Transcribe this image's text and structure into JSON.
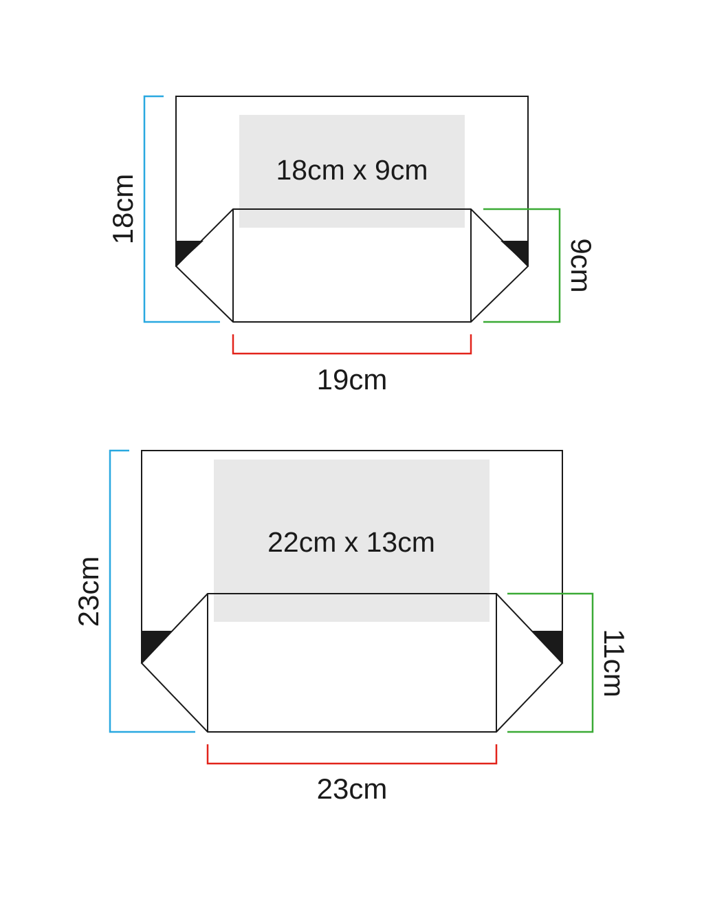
{
  "colors": {
    "outline": "#1a1a1a",
    "height_dim": "#29a8e0",
    "depth_dim": "#3aaa35",
    "width_dim": "#e2231a",
    "print_area": "#e8e8e8",
    "corner_fill": "#1a1a1a"
  },
  "small_bag": {
    "print_area_label": "18cm x 9cm",
    "height_label": "18cm",
    "depth_label": "9cm",
    "width_label": "19cm"
  },
  "large_bag": {
    "print_area_label": "22cm x 13cm",
    "height_label": "23cm",
    "depth_label": "11cm",
    "width_label": "23cm"
  }
}
